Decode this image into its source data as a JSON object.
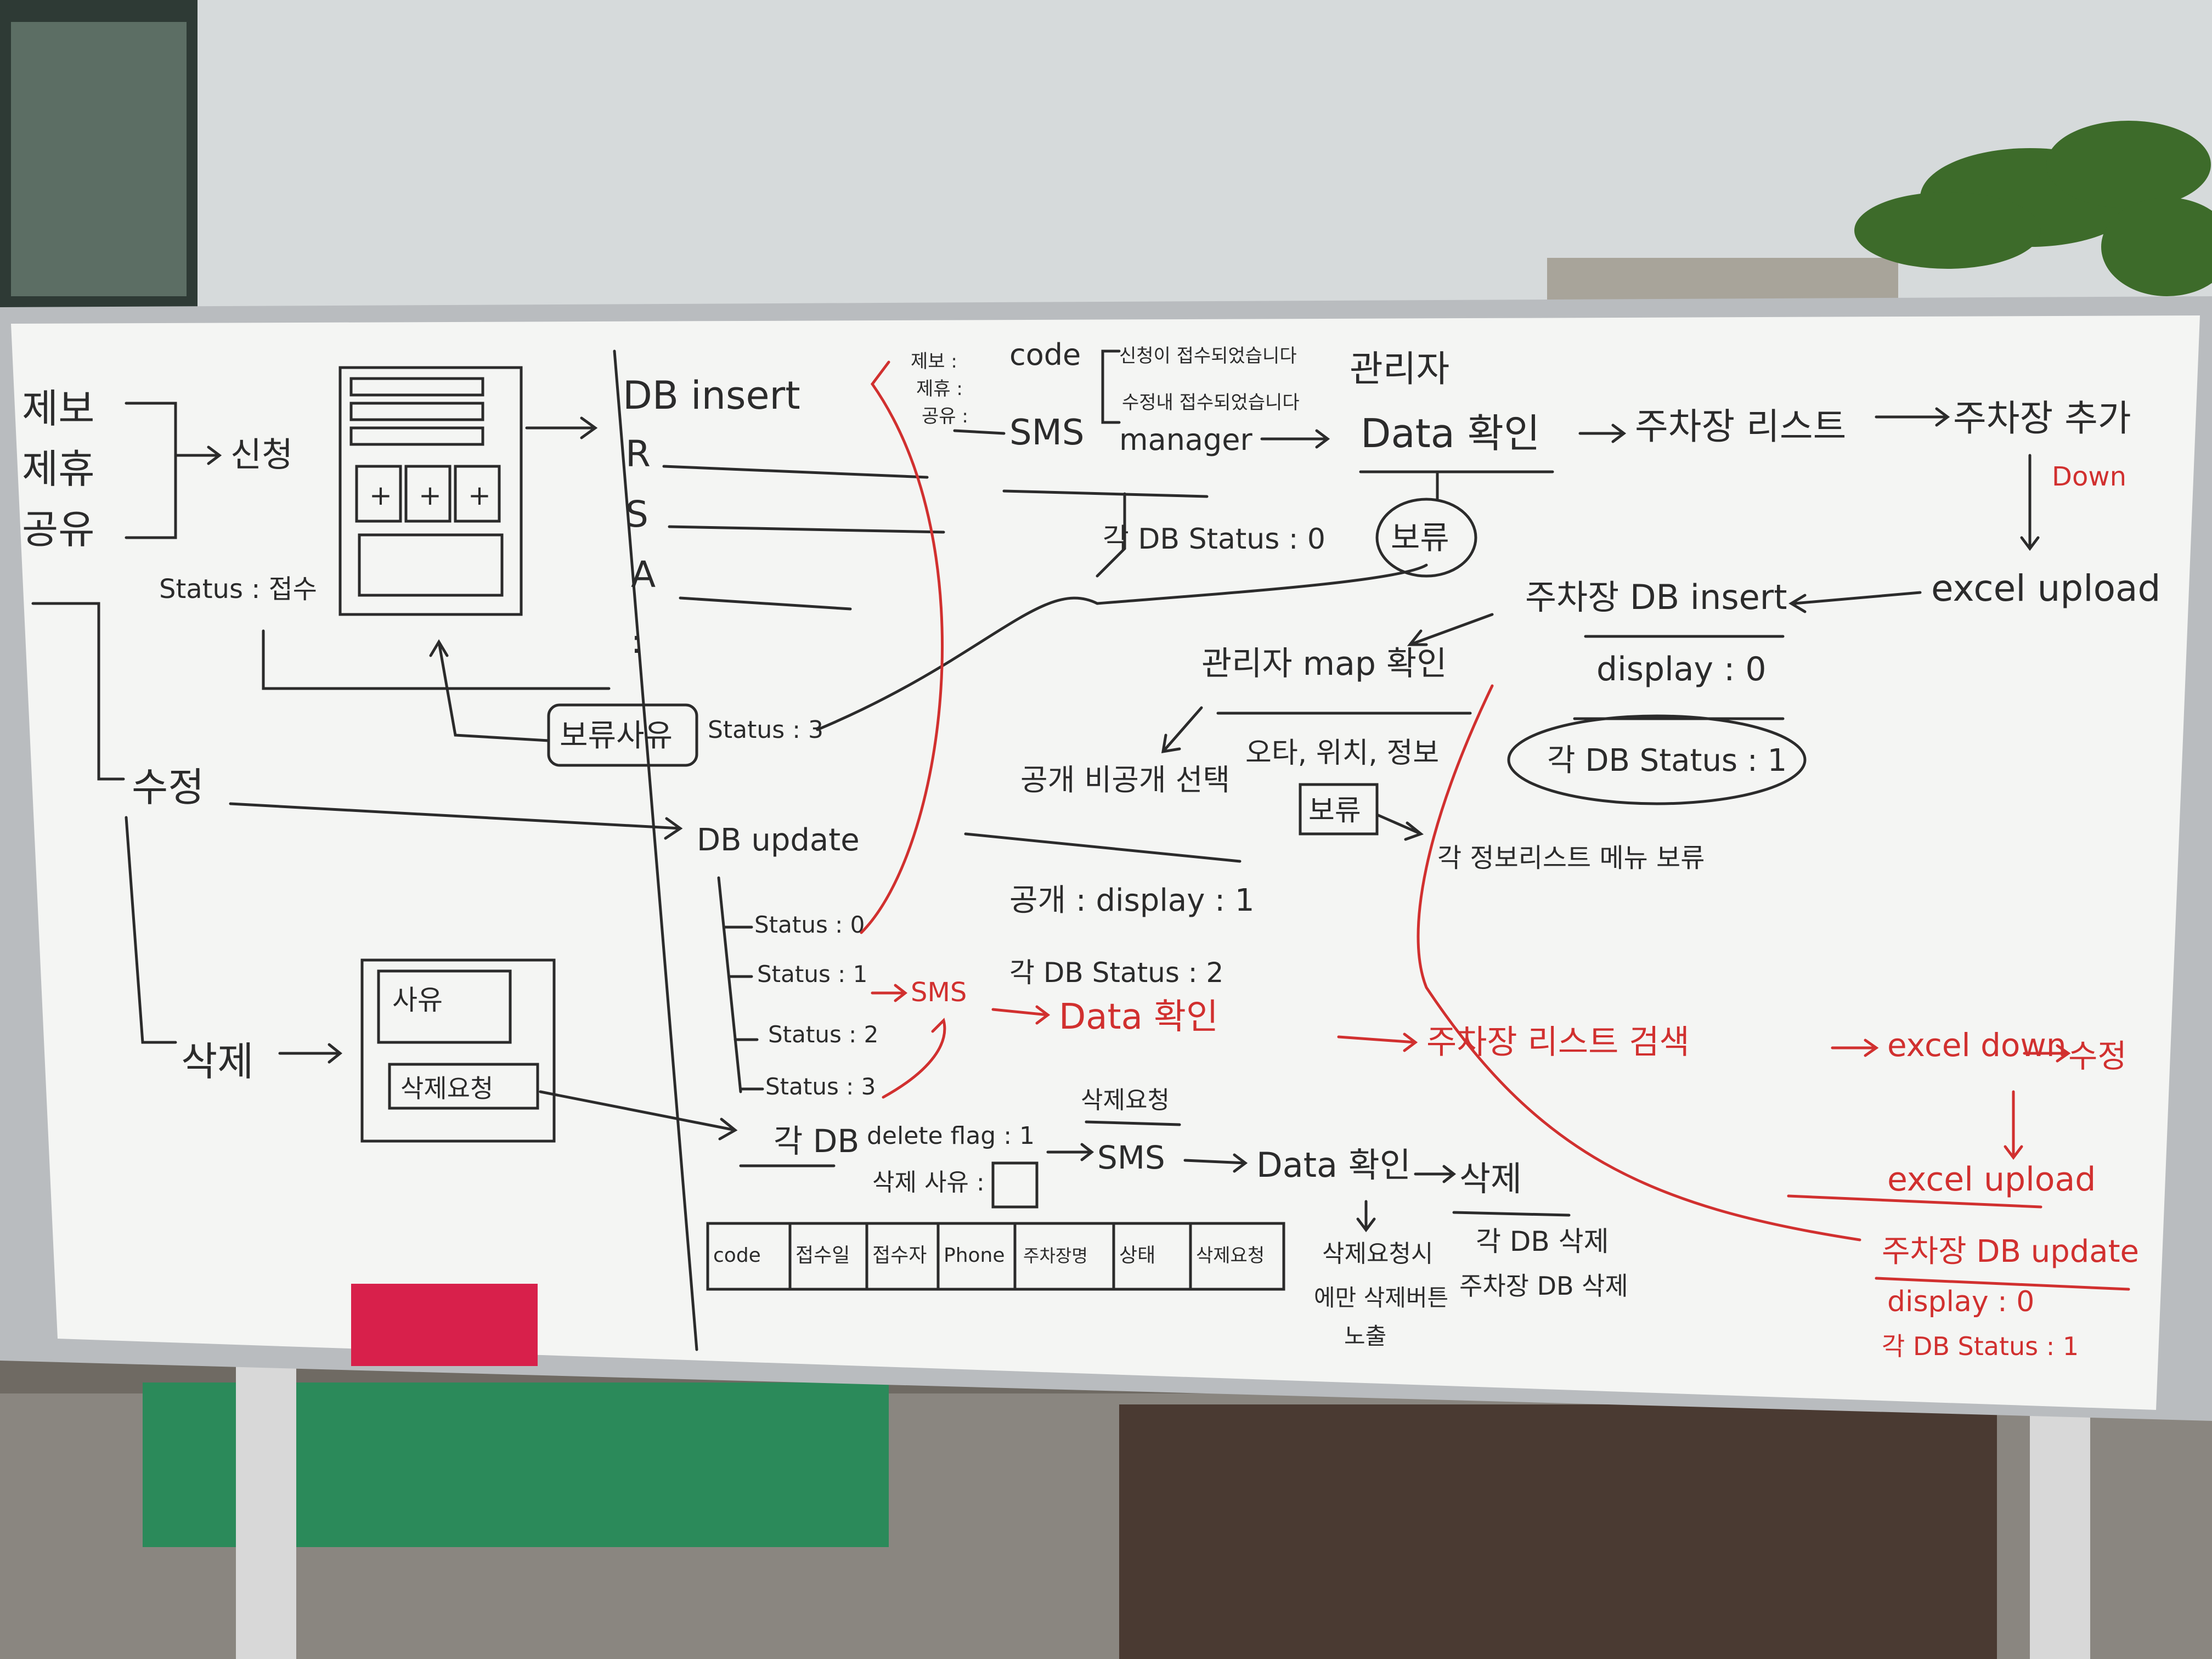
{
  "scene": {
    "colors": {
      "wall": "#d6dadb",
      "board": "#f4f5f3",
      "ink": "#2b2b2b",
      "red_ink": "#d1302f",
      "eraser": "#d8204b",
      "plant": "#3d6b2a"
    }
  },
  "left": {
    "types": [
      "제보",
      "제휴",
      "공유"
    ],
    "apply": "신청",
    "status_accept": "Status : 접수",
    "form_plus": [
      "+",
      "+",
      "+"
    ],
    "edit": "수정",
    "delete": "삭제",
    "reason_box": "사유",
    "delete_request_box": "삭제요청"
  },
  "db": {
    "insert": "DB insert",
    "r": "R",
    "s": "S",
    "a": "A",
    "dots": ":",
    "hold_reason": "보류사유",
    "status3": "Status : 3",
    "update": "DB update",
    "statuses": [
      "Status : 0",
      "Status : 1",
      "Status : 2",
      "Status : 3"
    ],
    "each_db": "각 DB",
    "delete_flag": "delete flag : 1",
    "delete_reason": "삭제 사유 :",
    "table_headers": [
      "code",
      "접수일",
      "접수자",
      "Phone",
      "주차장명",
      "상태",
      "삭제요청"
    ]
  },
  "top": {
    "type_labels": [
      "제보 :",
      "제휴 :",
      "공유 :"
    ],
    "code": "code",
    "sms_note_1": "신청이 접수되었습니다",
    "sms_note_2": "수정내 접수되었습니다",
    "sms_manager_1": "SMS",
    "sms_manager_2": "manager",
    "admin": "관리자",
    "data_check": "Data 확인",
    "parking_list": "주차장 리스트",
    "parking_add": "주차장 추가",
    "down": "Down",
    "each_db_status0": "각 DB Status : 0",
    "hold": "보류",
    "parking_db_insert": "주차장 DB insert",
    "excel_upload": "excel upload",
    "display0": "display : 0",
    "each_db_status1": "각 DB Status : 1"
  },
  "middle": {
    "admin_map_check": "관리자 map 확인",
    "error_check": "오타, 위치, 정보",
    "public_select": "공개 비공개 선택",
    "public_display": "공개 : display : 1",
    "each_db_status2": "각 DB Status : 2",
    "hold2": "보류",
    "info_list_menu": "각 정보리스트 메뉴 보류"
  },
  "red_flow": {
    "sms": "SMS",
    "data_check": "Data 확인",
    "parking_list_search": "주차장 리스트 검색",
    "excel_down": "excel down",
    "edit": "수정",
    "excel_upload": "excel upload",
    "parking_db_update": "주차장 DB update",
    "display0": "display : 0",
    "each_db_status1": "각 DB Status : 1"
  },
  "bottom": {
    "delete_request": "삭제요청",
    "sms": "SMS",
    "data_check": "Data 확인",
    "delete": "삭제",
    "delete_request_status": "삭제요청시",
    "delete_button_note_1": "에만 삭제버튼",
    "delete_button_note_2": "노출",
    "each_db_delete": "각 DB 삭제",
    "parking_db_delete": "주차장 DB 삭제"
  }
}
